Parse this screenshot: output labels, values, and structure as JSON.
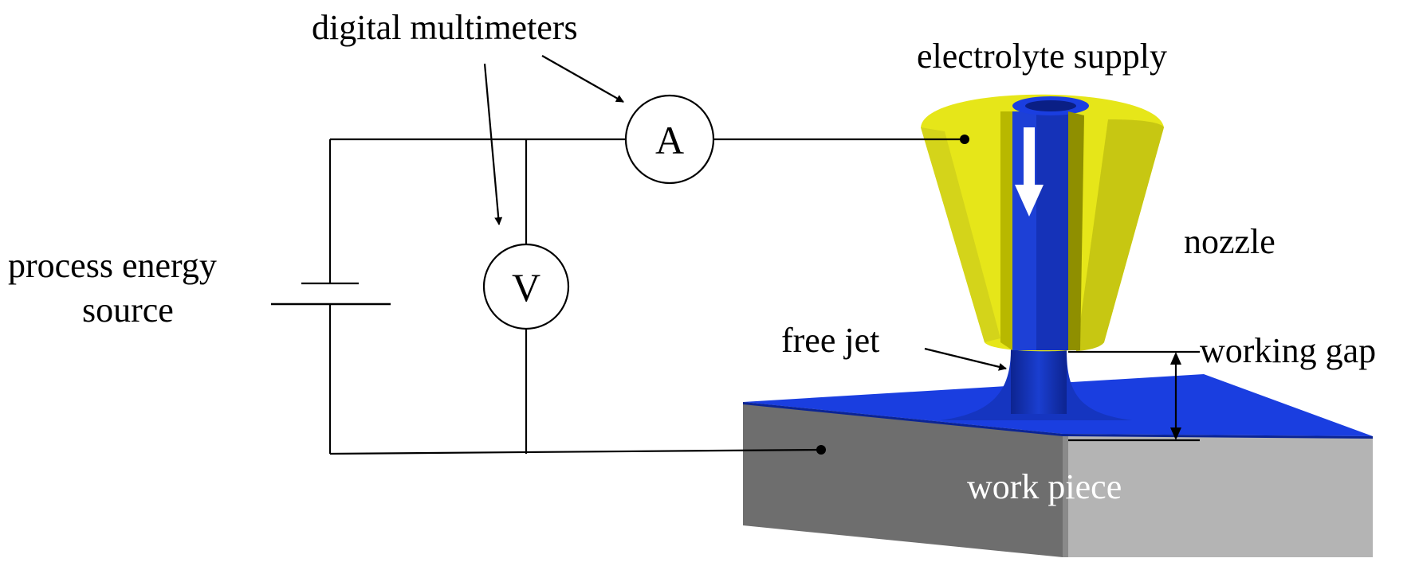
{
  "labels": {
    "digital_multimeters": "digital multimeters",
    "electrolyte_supply": "electrolyte supply",
    "process_energy_source_line1": "process energy",
    "process_energy_source_line2": "source",
    "nozzle": "nozzle",
    "free_jet": "free jet",
    "working_gap": "working gap",
    "work_piece": "work piece"
  },
  "meters": {
    "ammeter_symbol": "A",
    "voltmeter_symbol": "V"
  },
  "colors": {
    "nozzle_yellow": "#e6e619",
    "nozzle_yellow_dark": "#b3b300",
    "electrolyte_blue": "#1532b8",
    "surface_blue": "#1a3ee0",
    "workpiece_grey_dark": "#6e6e6e",
    "workpiece_grey_light": "#b4b4b4",
    "arrow_white": "#ffffff"
  },
  "icons": {
    "battery": "battery-icon",
    "flow_arrow": "down-arrow-icon"
  }
}
